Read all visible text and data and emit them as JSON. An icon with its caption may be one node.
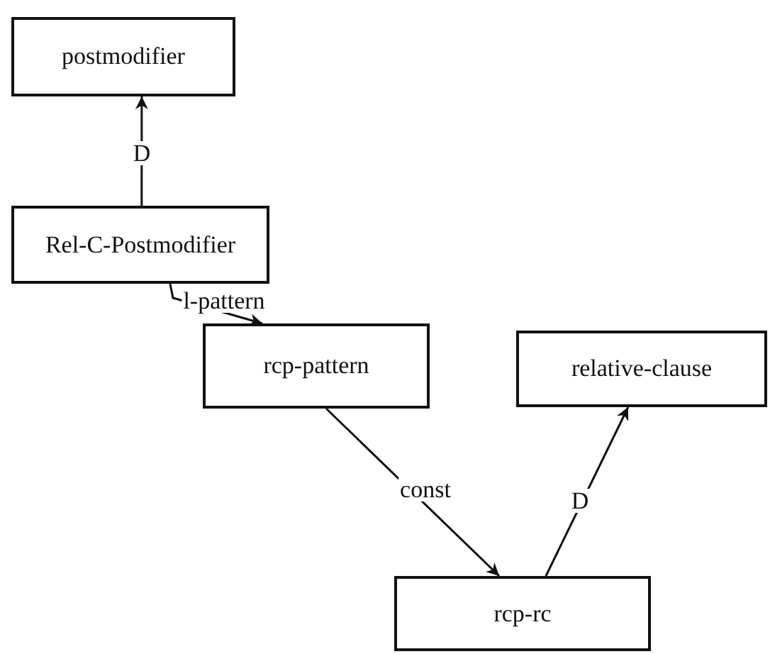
{
  "diagram": {
    "nodes": [
      {
        "text": [
          "postmodifier"
        ]
      },
      {
        "text": [
          "Rel-C-Postmodifier"
        ]
      },
      {
        "text": [
          "rcp-pattern"
        ]
      },
      {
        "text": [
          "relative-clause"
        ]
      },
      {
        "text": [
          "rcp-rc"
        ]
      }
    ],
    "edges": [
      {
        "from": 1,
        "to": 0,
        "arrow": "to",
        "label": "D"
      },
      {
        "from": 1,
        "to": 2,
        "arrow": "to",
        "label": "l-pattern"
      },
      {
        "from": 2,
        "to": 4,
        "arrow": "to",
        "label": "const"
      },
      {
        "from": 4,
        "to": 3,
        "arrow": "to",
        "label": "D"
      }
    ]
  }
}
